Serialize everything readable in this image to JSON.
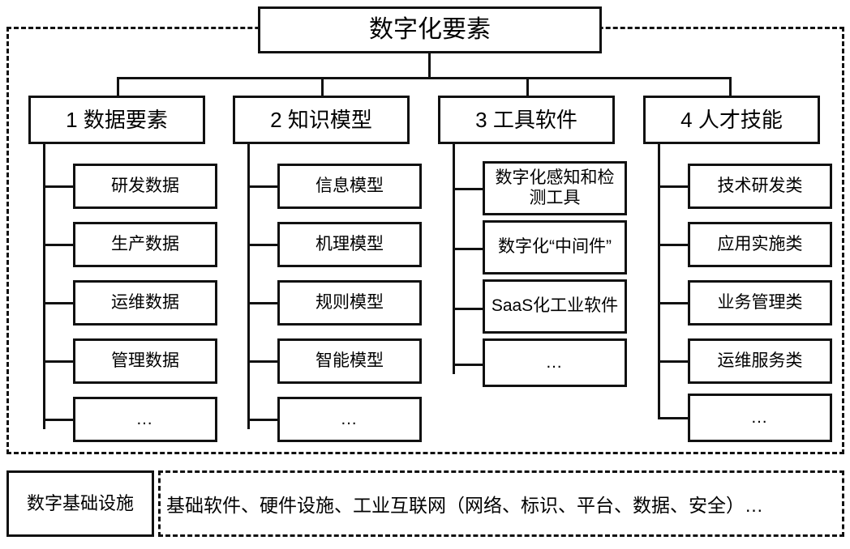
{
  "diagram": {
    "root": {
      "label": "数字化要素"
    },
    "groups": [
      {
        "id": "data-elements",
        "label": "1 数据要素",
        "items": [
          {
            "label": "研发数据"
          },
          {
            "label": "生产数据"
          },
          {
            "label": "运维数据"
          },
          {
            "label": "管理数据"
          },
          {
            "label": "…"
          }
        ]
      },
      {
        "id": "knowledge-models",
        "label": "2 知识模型",
        "items": [
          {
            "label": "信息模型"
          },
          {
            "label": "机理模型"
          },
          {
            "label": "规则模型"
          },
          {
            "label": "智能模型"
          },
          {
            "label": "…"
          }
        ]
      },
      {
        "id": "tool-software",
        "label": "3 工具软件",
        "items": [
          {
            "label": "数字化感知和检测工具"
          },
          {
            "label": "数字化“中间件”"
          },
          {
            "label": "SaaS化工业软件"
          },
          {
            "label": "…"
          }
        ]
      },
      {
        "id": "talent-skills",
        "label": "4 人才技能",
        "items": [
          {
            "label": "技术研发类"
          },
          {
            "label": "应用实施类"
          },
          {
            "label": "业务管理类"
          },
          {
            "label": "运维服务类"
          },
          {
            "label": "…"
          }
        ]
      }
    ],
    "infrastructure": {
      "label": "数字基础设施",
      "description": "基础软件、硬件设施、工业互联网（网络、标识、平台、数据、安全）…"
    },
    "colors": {
      "stroke": "#111111",
      "background": "#ffffff"
    }
  }
}
